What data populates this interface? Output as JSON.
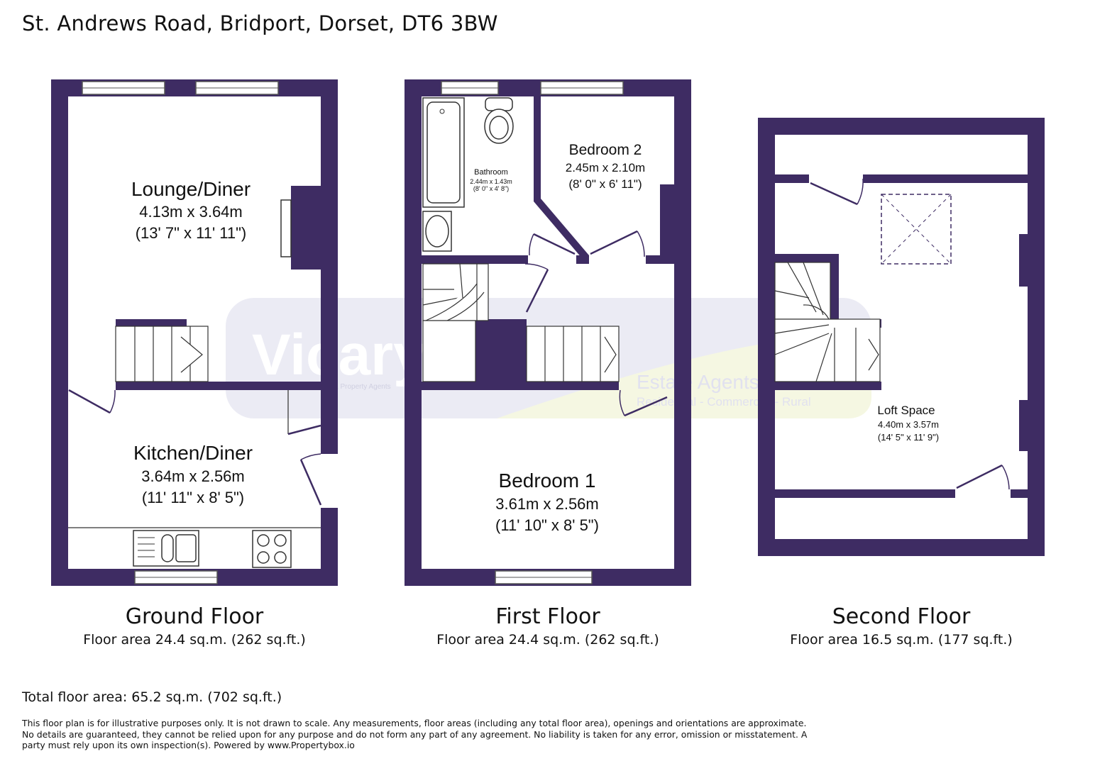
{
  "address": "St. Andrews Road, Bridport, Dorset, DT6 3BW",
  "watermark": {
    "brand": "Vicary & Co",
    "tagline_small": "Chartered Surveyors & Property Agents",
    "tagline": "Estate Agents & Valuers",
    "sectors": "Residential - Commercial - Rural"
  },
  "floors": [
    {
      "name": "Ground Floor",
      "area": "Floor area 24.4 sq.m. (262 sq.ft.)",
      "rooms": [
        {
          "name": "Lounge/Diner",
          "metric": "4.13m x 3.64m",
          "imperial": "(13' 7\" x 11' 11\")"
        },
        {
          "name": "Kitchen/Diner",
          "metric": "3.64m x 2.56m",
          "imperial": "(11' 11\" x 8' 5\")"
        }
      ]
    },
    {
      "name": "First Floor",
      "area": "Floor area 24.4 sq.m. (262 sq.ft.)",
      "rooms": [
        {
          "name": "Bathroom",
          "metric": "2.44m x 1.43m",
          "imperial": "(8' 0\" x 4' 8\")"
        },
        {
          "name": "Bedroom 2",
          "metric": "2.45m x 2.10m",
          "imperial": "(8' 0\" x 6' 11\")"
        },
        {
          "name": "Bedroom 1",
          "metric": "3.61m x 2.56m",
          "imperial": "(11' 10\" x 8' 5\")"
        }
      ]
    },
    {
      "name": "Second Floor",
      "area": "Floor area 16.5 sq.m. (177 sq.ft.)",
      "rooms": [
        {
          "name": "Loft Space",
          "metric": "4.40m x 3.57m",
          "imperial": "(14' 5\" x 11' 9\")"
        }
      ]
    }
  ],
  "total": "Total floor area: 65.2 sq.m. (702 sq.ft.)",
  "disclaimer": "This floor plan is for illustrative purposes only. It is not drawn to scale. Any measurements, floor areas (including any total floor area), openings and orientations are approximate. No details are guaranteed, they cannot be relied upon for any purpose and do not form any part of any agreement. No liability is taken for any error, omission or misstatement. A party must rely upon its own inspection(s). Powered by www.Propertybox.io",
  "colors": {
    "wall": "#3e2c63",
    "watermark": "#dcdcec",
    "watermark_accent": "#eef2cc"
  }
}
